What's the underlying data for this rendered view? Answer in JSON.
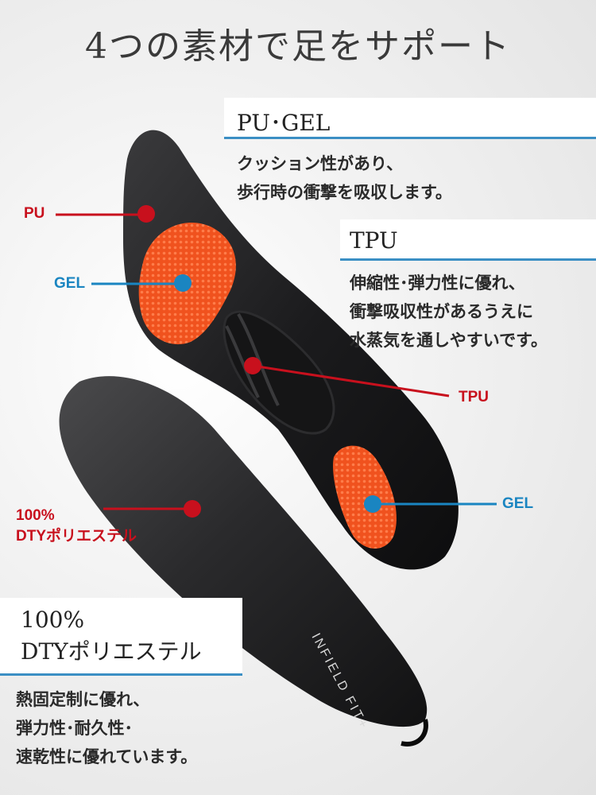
{
  "title": "4つの素材で足をサポート",
  "sections": {
    "pu_gel": {
      "heading": "PU･GEL",
      "desc": [
        "クッション性があり、",
        "歩行時の衝撃を吸収します。"
      ]
    },
    "tpu": {
      "heading": "TPU",
      "desc": [
        "伸縮性･弾力性に優れ、",
        "衝撃吸収性があるうえに",
        "水蒸気を通しやすいです。"
      ]
    },
    "dty": {
      "heading": [
        "100%",
        "DTYポリエステル"
      ],
      "desc": [
        "熱固定制に優れ、",
        "弾力性･耐久性･",
        "速乾性に優れています。"
      ]
    }
  },
  "callouts": {
    "pu": "PU",
    "gel_top": "GEL",
    "tpu": "TPU",
    "gel_bottom": "GEL",
    "dty": [
      "100%",
      "DTYポリエステル"
    ]
  },
  "product_text": "INFIELD FIT+",
  "colors": {
    "red": "#c8101d",
    "blue": "#1a85c1",
    "gel_orange": "#f0521e",
    "insole_dark": "#1c1c1e"
  }
}
